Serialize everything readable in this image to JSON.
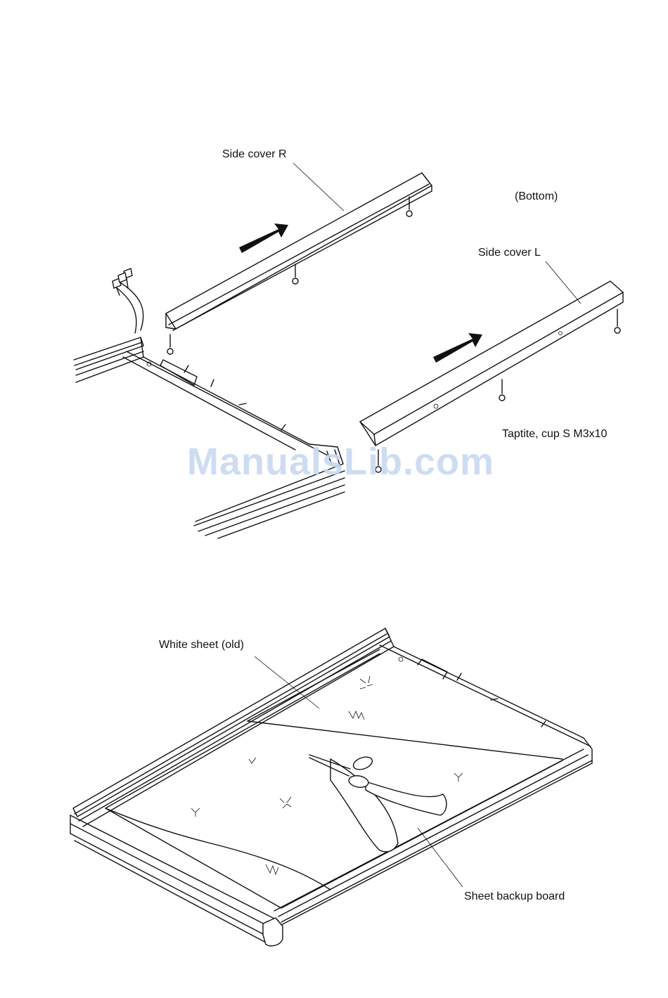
{
  "upper_diagram": {
    "side_cover_r_label": "Side cover R",
    "bottom_label": "(Bottom)",
    "side_cover_l_label": "Side cover L",
    "screw_label": "Taptite, cup S M3x10"
  },
  "lower_diagram": {
    "white_sheet_label": "White sheet (old)",
    "backup_board_label": "Sheet backup board"
  },
  "watermark": "ManualsLib.com",
  "colors": {
    "ink": "#111111",
    "watermark": "#c9d9f1"
  }
}
